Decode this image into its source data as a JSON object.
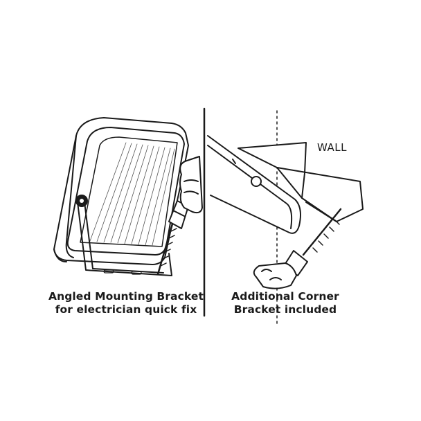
{
  "left_panel": {
    "caption_line1": "Angled Mounting Bracket",
    "caption_line2": "for electrician quick fix"
  },
  "right_panel": {
    "wall_label": "WALL",
    "caption_line1": "Additional Corner",
    "caption_line2": "Bracket included"
  }
}
